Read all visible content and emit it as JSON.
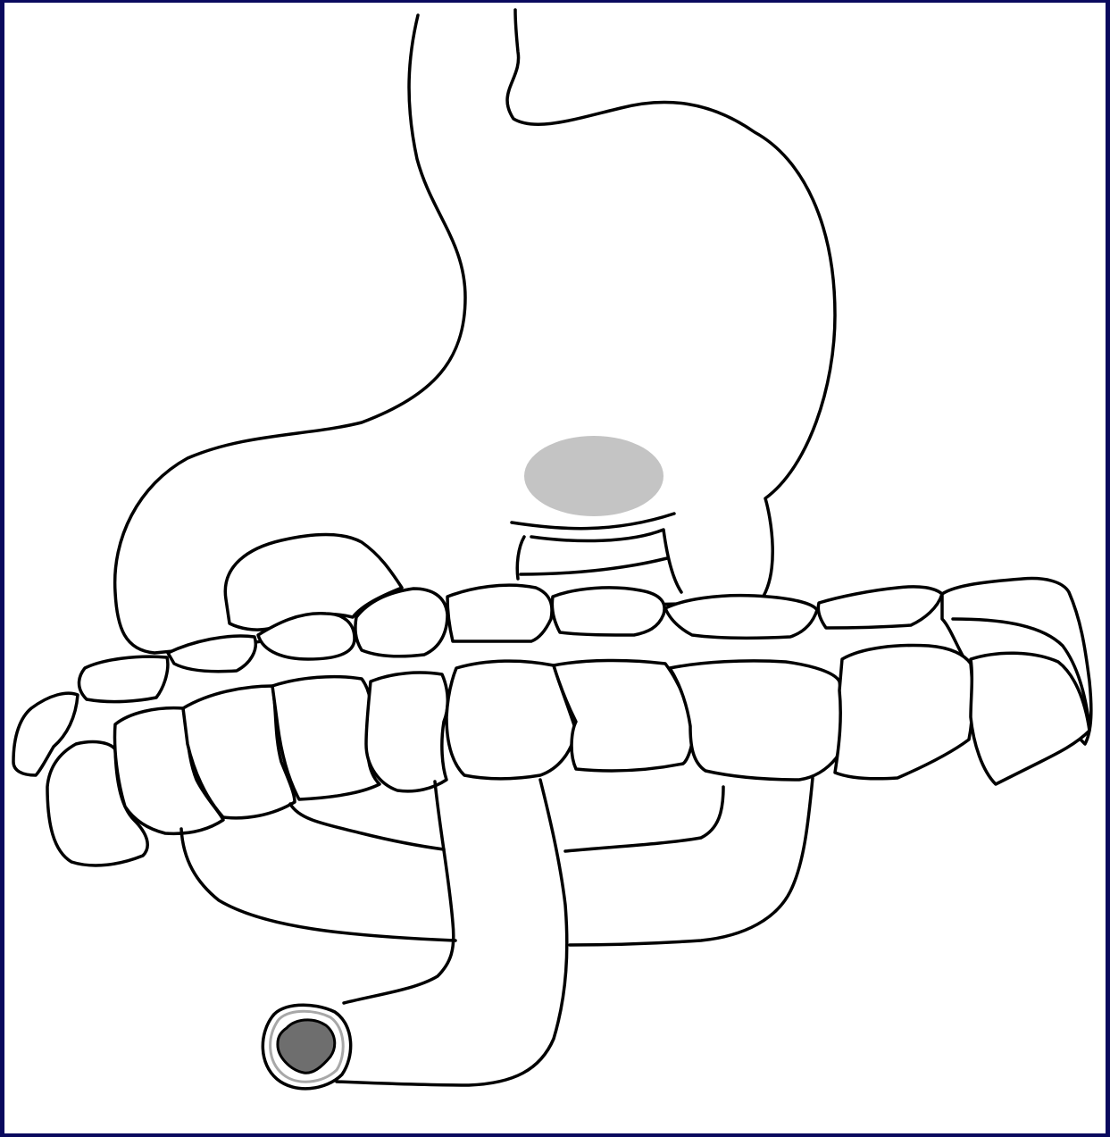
{
  "colors": {
    "border": "#0a0a5e",
    "background": "#ffffff",
    "outline": "#000000",
    "shaded_region": "#c4c4c4",
    "lesion_ring": "#a8a8a8",
    "lesion_core": "#6e6e6e"
  },
  "diagram": {
    "structures": [
      "esophagus",
      "stomach",
      "shaded-area",
      "transverse-colon",
      "loop-segment",
      "bowel-limb",
      "end-stoma",
      "stoma-lesion"
    ]
  }
}
